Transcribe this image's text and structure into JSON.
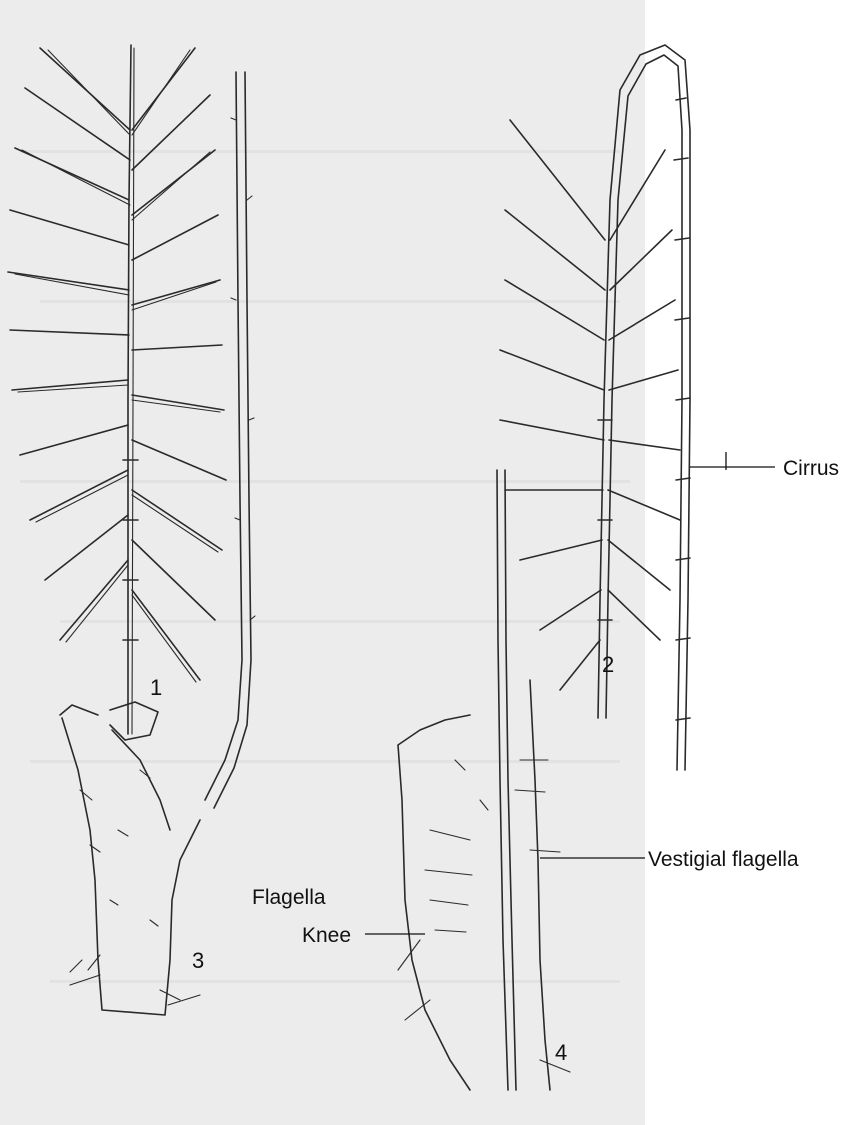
{
  "labels": {
    "cirrus": "Cirrus",
    "vestigial_flagella": "Vestigial flagella",
    "flagella": "Flagella",
    "knee": "Knee"
  },
  "figure_numbers": [
    "1",
    "2",
    "3",
    "4"
  ],
  "colors": {
    "ink": "#2a2a2a",
    "paper": "#ececec",
    "bleed_text": "#d2d2d2"
  }
}
